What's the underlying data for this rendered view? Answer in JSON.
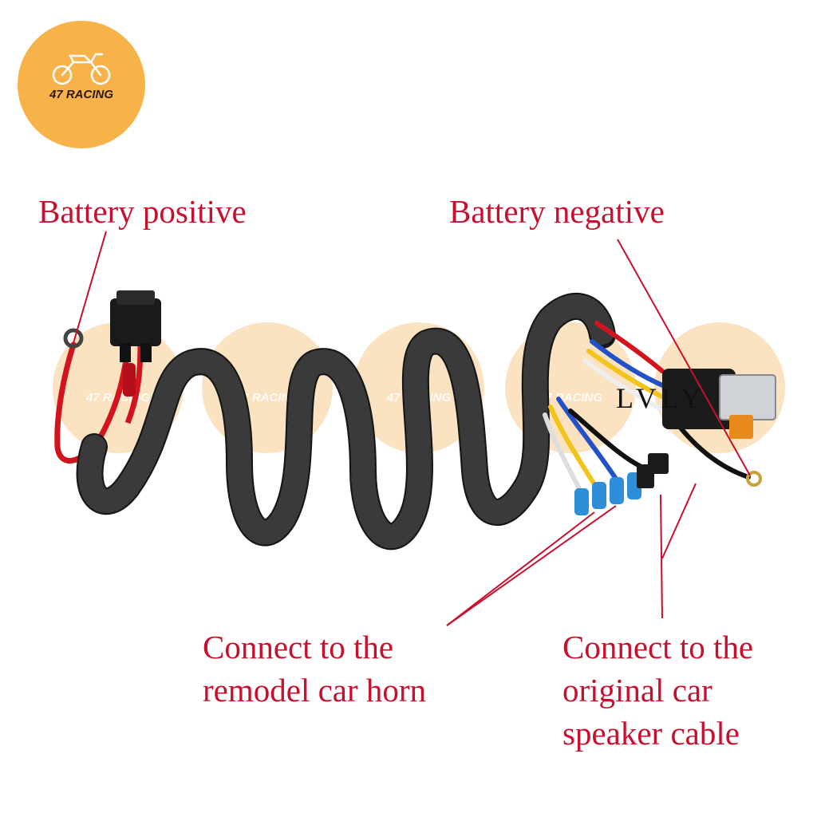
{
  "logo": {
    "text": "47 RACING",
    "icon": "motorcycle-icon",
    "color": "#F8B24A"
  },
  "watermark": {
    "text": "47 RACING"
  },
  "brand_mark": "LVLY",
  "labels": {
    "battery_positive": "Battery positive",
    "battery_negative": "Battery negative",
    "horn": [
      "Connect to the",
      "remodel car horn"
    ],
    "speaker": [
      "Connect to the",
      "original car",
      "speaker cable"
    ]
  },
  "colors": {
    "label": "#C8102E",
    "loom": "#151515",
    "wire_red": "#D3141C",
    "wire_blue": "#2352C8",
    "wire_yellow": "#F2C319"
  }
}
